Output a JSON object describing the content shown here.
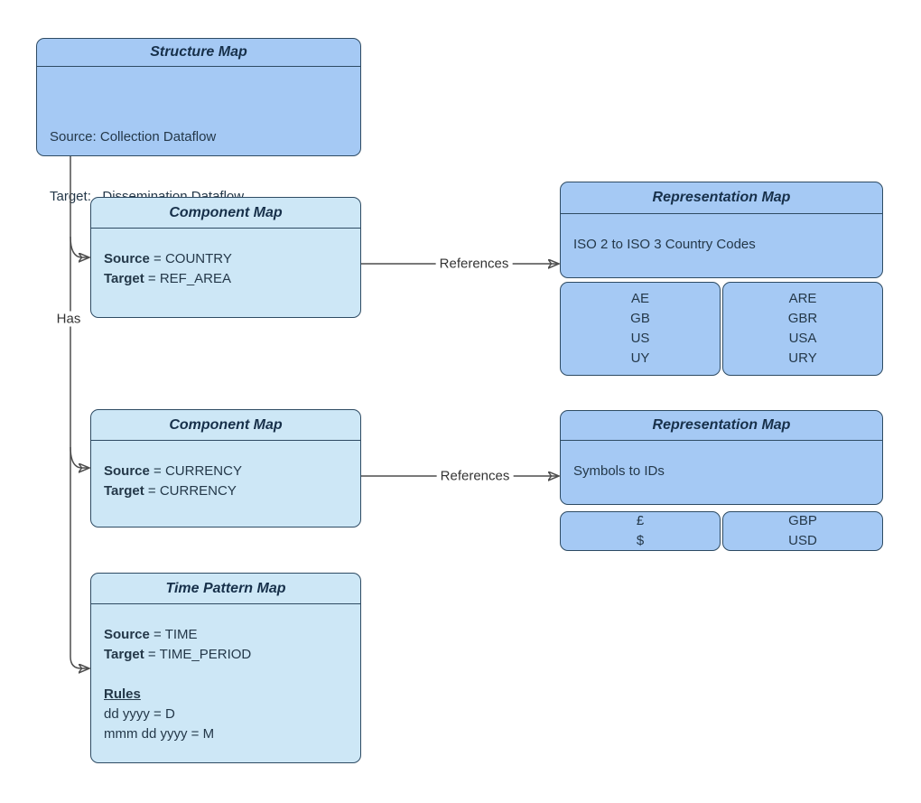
{
  "colors": {
    "primary_fill": "#a5c9f4",
    "secondary_fill": "#cde7f6",
    "border": "#2e4b63",
    "connector_line": "#4d4d4d",
    "text": "#243849"
  },
  "connectors": {
    "has_label": "Has",
    "references_country_label": "References",
    "references_currency_label": "References"
  },
  "structure_map": {
    "title": "Structure Map",
    "source_line": "Source: Collection Dataflow",
    "target_line": "Target:   Dissemination Dataflow"
  },
  "component_map_country": {
    "title": "Component Map",
    "source_label": "Source",
    "source_rest": "= COUNTRY",
    "target_label": "Target",
    "target_rest": "= REF_AREA"
  },
  "representation_map_country": {
    "title": "Representation Map",
    "description": "ISO 2 to ISO 3 Country Codes",
    "source_codes": [
      "AE",
      "GB",
      "US",
      "UY"
    ],
    "target_codes": [
      "ARE",
      "GBR",
      "USA",
      "URY"
    ]
  },
  "component_map_currency": {
    "title": "Component Map",
    "source_label": "Source",
    "source_rest": "= CURRENCY",
    "target_label": "Target",
    "target_rest": "= CURRENCY"
  },
  "representation_map_currency": {
    "title": "Representation Map",
    "description": "Symbols to IDs",
    "source_codes": [
      "£",
      "$"
    ],
    "target_codes": [
      "GBP",
      "USD"
    ]
  },
  "time_pattern_map": {
    "title": "Time Pattern Map",
    "source_label": "Source",
    "source_rest": "= TIME",
    "target_label": "Target",
    "target_rest": "= TIME_PERIOD",
    "rules_heading": "Rules",
    "rules": [
      "dd yyyy = D",
      "mmm dd yyyy = M"
    ]
  }
}
